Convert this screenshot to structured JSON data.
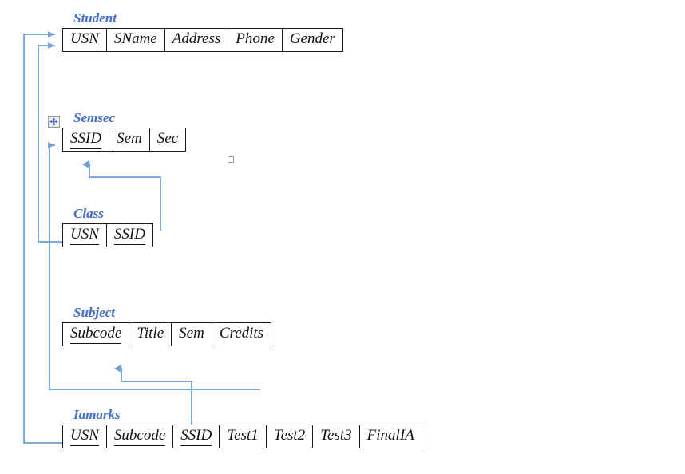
{
  "diagram": {
    "kind": "er-schema-diagram",
    "title_color": "#4a72c4",
    "connector_color": "#7aa9dd",
    "border_color": "#1a1a1a",
    "text_color": "#111111"
  },
  "tables": [
    {
      "id": "student",
      "name": "Student",
      "attributes": [
        {
          "label": "USN",
          "key": true
        },
        {
          "label": "SName",
          "key": false
        },
        {
          "label": "Address",
          "key": false
        },
        {
          "label": "Phone",
          "key": false
        },
        {
          "label": "Gender",
          "key": false
        }
      ]
    },
    {
      "id": "semsec",
      "name": "Semsec",
      "attributes": [
        {
          "label": "SSID",
          "key": true
        },
        {
          "label": "Sem",
          "key": false
        },
        {
          "label": "Sec",
          "key": false
        }
      ]
    },
    {
      "id": "class",
      "name": "Class",
      "attributes": [
        {
          "label": "USN",
          "key": true
        },
        {
          "label": "SSID",
          "key": true
        }
      ]
    },
    {
      "id": "subject",
      "name": "Subject",
      "attributes": [
        {
          "label": "Subcode",
          "key": true
        },
        {
          "label": "Title",
          "key": false
        },
        {
          "label": "Sem",
          "key": false
        },
        {
          "label": "Credits",
          "key": false
        }
      ]
    },
    {
      "id": "iamarks",
      "name": "Iamarks",
      "attributes": [
        {
          "label": "USN",
          "key": true
        },
        {
          "label": "Subcode",
          "key": true
        },
        {
          "label": "SSID",
          "key": true
        },
        {
          "label": "Test1",
          "key": false
        },
        {
          "label": "Test2",
          "key": false
        },
        {
          "label": "Test3",
          "key": false
        },
        {
          "label": "FinalIA",
          "key": false
        }
      ]
    }
  ],
  "relationships": [
    {
      "from": "class.USN",
      "to": "student.USN"
    },
    {
      "from": "iamarks.USN",
      "to": "student.USN"
    },
    {
      "from": "class.SSID",
      "to": "semsec.SSID"
    },
    {
      "from": "iamarks.SSID",
      "to": "semsec.SSID"
    },
    {
      "from": "iamarks.Subcode",
      "to": "subject.Subcode"
    }
  ],
  "handles": {
    "move_icon": "move-4way-icon",
    "resize_icon": "resize-handle-icon"
  }
}
